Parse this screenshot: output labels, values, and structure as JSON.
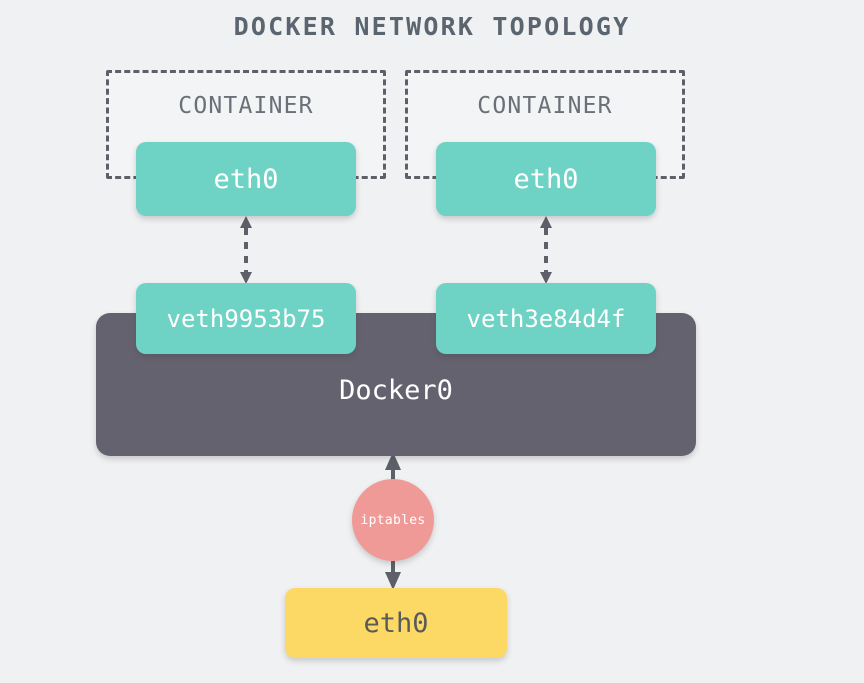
{
  "page": {
    "title": "DOCKER NETWORK TOPOLOGY",
    "background_color": "#f0f1f2"
  },
  "colors": {
    "title_text": "#5a6570",
    "container_frame_border": "#5d6068",
    "container_label_text": "#6b7078",
    "interface_teal": "#6ed3c4",
    "bridge_gray": "#65626f",
    "iptables_salmon": "#f09a98",
    "host_eth_yellow": "#fbd964",
    "connector_gray": "#5d6068",
    "node_text_light": "#ffffff",
    "node_text_dark": "#5a5a5a"
  },
  "containers": [
    {
      "label": "CONTAINER",
      "interface": "eth0",
      "veth": "veth9953b75"
    },
    {
      "label": "CONTAINER",
      "interface": "eth0",
      "veth": "veth3e84d4f"
    }
  ],
  "bridge": {
    "label": "Docker0"
  },
  "firewall": {
    "label": "iptables"
  },
  "host": {
    "interface": "eth0"
  },
  "connectors": [
    {
      "name": "eth0-to-veth-left",
      "style": "dashed",
      "arrows": "both"
    },
    {
      "name": "eth0-to-veth-right",
      "style": "dashed",
      "arrows": "both"
    },
    {
      "name": "bridge-to-iptables",
      "style": "solid",
      "arrows": "up"
    },
    {
      "name": "iptables-to-host-eth0",
      "style": "solid",
      "arrows": "down"
    }
  ]
}
